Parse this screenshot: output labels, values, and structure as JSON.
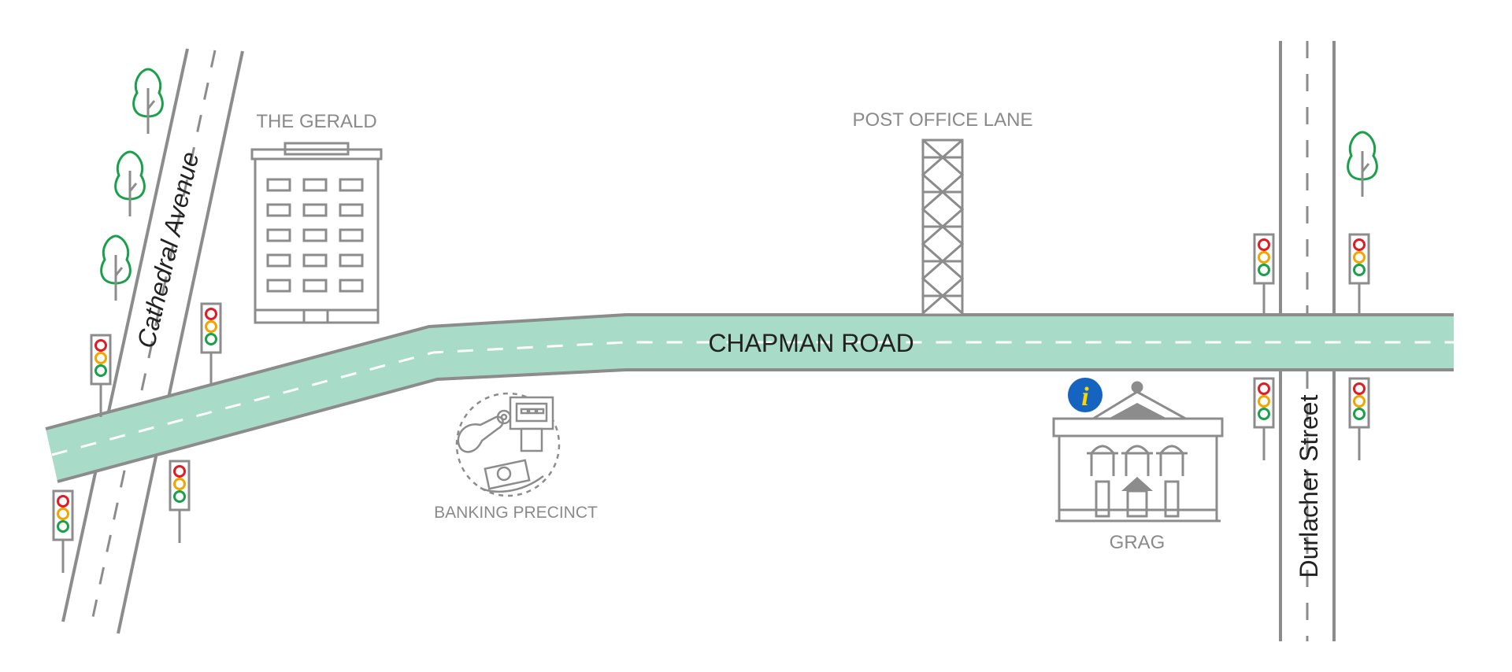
{
  "map": {
    "road_main": "CHAPMAN ROAD",
    "street_left": "Cathedral Avenue",
    "street_right": "Durlacher Street",
    "landmarks": {
      "the_gerald": "THE GERALD",
      "post_office_lane": "POST OFFICE LANE",
      "banking_precinct": "BANKING PRECINCT",
      "grag": "GRAG"
    },
    "info_glyph": "i"
  },
  "colors": {
    "road_fill": "#a8dcc9",
    "road_edge": "#8c8c8c",
    "tree": "#1aa04a",
    "light_red": "#e01b24",
    "light_amber": "#f0a500",
    "light_green": "#1aa04a",
    "info_bg": "#1565c0",
    "info_fg": "#ffd500"
  },
  "icons": [
    "traffic-light-icon",
    "tree-icon",
    "building-icon",
    "tower-icon",
    "banking-icon",
    "gallery-icon",
    "info-icon"
  ]
}
